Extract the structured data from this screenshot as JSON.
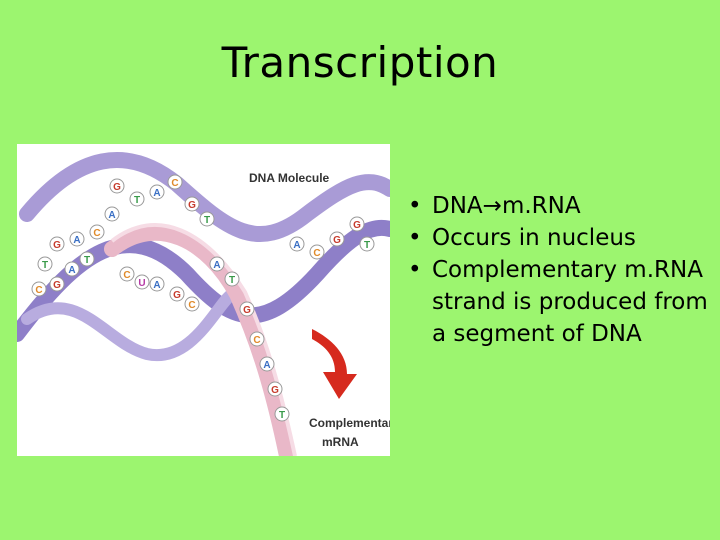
{
  "slide": {
    "title": "Transcription",
    "background_color": "#9cf56f"
  },
  "figure": {
    "label_dna": "DNA Molecule",
    "label_mrna_line1": "Complementary",
    "label_mrna_line2": "mRNA",
    "base_letters": [
      "G",
      "T",
      "A",
      "C",
      "U"
    ],
    "colors": {
      "helix_backbone": "#a99bd6",
      "helix_dark": "#6b5aa8",
      "mrna_strand": "#e9b8c8",
      "arrow": "#d62a1e",
      "base_A": "#3a6fc4",
      "base_T": "#3a9a4a",
      "base_G": "#c63b2c",
      "base_C": "#e08a2a",
      "base_U": "#b53aa5"
    }
  },
  "bullets": [
    {
      "text_before": "DNA",
      "arrow": "→",
      "text_after": "m.RNA"
    },
    {
      "text": "Occurs in nucleus"
    },
    {
      "text": "Complementary m.RNA strand is produced from a segment of DNA"
    }
  ],
  "bullet_symbol": "•"
}
